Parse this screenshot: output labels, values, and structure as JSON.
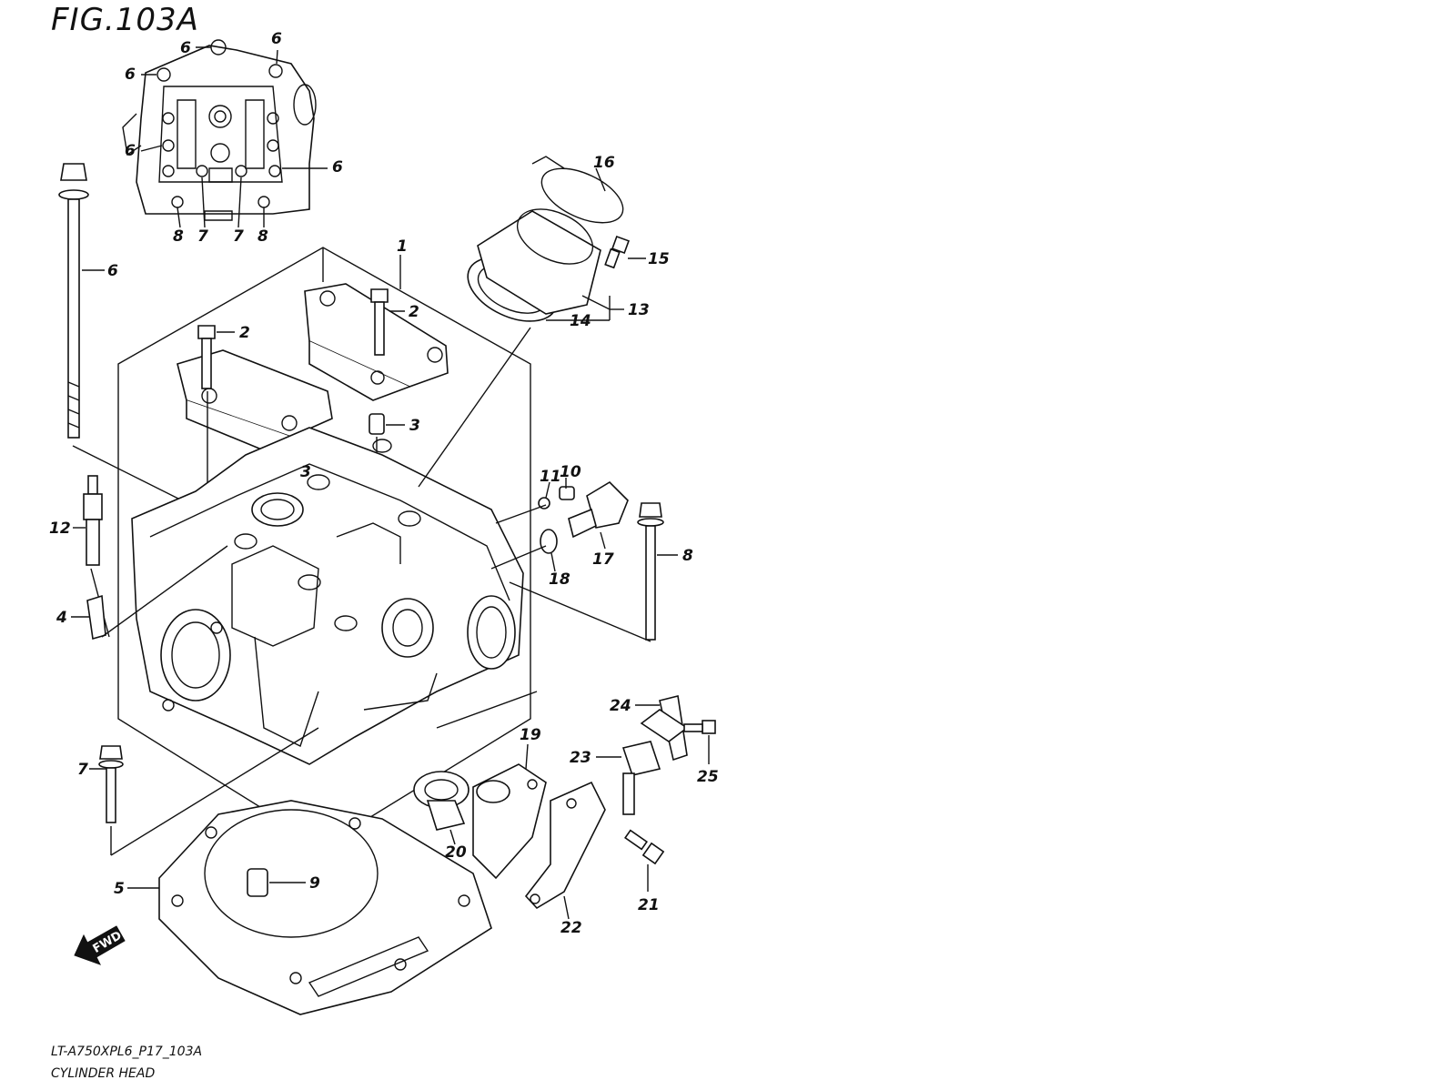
{
  "figure": {
    "title": "FIG.103A",
    "model_code": "LT-A750XPL6_P17_103A",
    "caption": "CYLINDER HEAD"
  },
  "fwd_label": "FWD",
  "callouts": [
    {
      "id": "c6a",
      "text": "6"
    },
    {
      "id": "c6b",
      "text": "6"
    },
    {
      "id": "c6c",
      "text": "6"
    },
    {
      "id": "c6d",
      "text": "6"
    },
    {
      "id": "c6e",
      "text": "6"
    },
    {
      "id": "c8a",
      "text": "8"
    },
    {
      "id": "c7a",
      "text": "7"
    },
    {
      "id": "c7b",
      "text": "7"
    },
    {
      "id": "c8b",
      "text": "8"
    },
    {
      "id": "c1",
      "text": "1"
    },
    {
      "id": "c2a",
      "text": "2"
    },
    {
      "id": "c2b",
      "text": "2"
    },
    {
      "id": "c3a",
      "text": "3"
    },
    {
      "id": "c3b",
      "text": "3"
    },
    {
      "id": "c4",
      "text": "4"
    },
    {
      "id": "c5",
      "text": "5"
    },
    {
      "id": "c6f",
      "text": "6"
    },
    {
      "id": "c7c",
      "text": "7"
    },
    {
      "id": "c8c",
      "text": "8"
    },
    {
      "id": "c9",
      "text": "9"
    },
    {
      "id": "c10",
      "text": "10"
    },
    {
      "id": "c11",
      "text": "11"
    },
    {
      "id": "c12",
      "text": "12"
    },
    {
      "id": "c13",
      "text": "13"
    },
    {
      "id": "c14",
      "text": "14"
    },
    {
      "id": "c15",
      "text": "15"
    },
    {
      "id": "c16",
      "text": "16"
    },
    {
      "id": "c17",
      "text": "17"
    },
    {
      "id": "c18",
      "text": "18"
    },
    {
      "id": "c19",
      "text": "19"
    },
    {
      "id": "c20",
      "text": "20"
    },
    {
      "id": "c21",
      "text": "21"
    },
    {
      "id": "c22",
      "text": "22"
    },
    {
      "id": "c23",
      "text": "23"
    },
    {
      "id": "c24",
      "text": "24"
    },
    {
      "id": "c25",
      "text": "25"
    }
  ]
}
